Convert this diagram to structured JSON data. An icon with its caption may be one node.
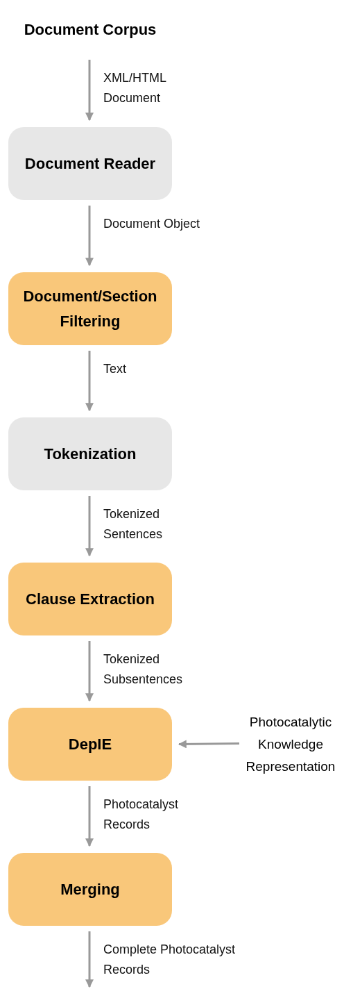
{
  "diagram": {
    "nodes": [
      {
        "text": [
          "Document Corpus"
        ]
      },
      {
        "text": [
          "Document Reader"
        ]
      },
      {
        "text": [
          "Document/Section Filtering"
        ]
      },
      {
        "text": [
          "Tokenization"
        ]
      },
      {
        "text": [
          "Clause Extraction"
        ]
      },
      {
        "text": [
          "DepIE"
        ]
      },
      {
        "text": [
          "Merging"
        ]
      },
      {
        "text": [
          "Photocatalytic Knowledge Representation"
        ]
      }
    ],
    "edges": [
      {
        "from": 0,
        "to": 1,
        "arrow": "to",
        "label": "XML/HTML Document"
      },
      {
        "from": 1,
        "to": 2,
        "arrow": "to",
        "label": "Document Object"
      },
      {
        "from": 2,
        "to": 3,
        "arrow": "to",
        "label": "Text"
      },
      {
        "from": 3,
        "to": 4,
        "arrow": "to",
        "label": "Tokenized Sentences"
      },
      {
        "from": 4,
        "to": 5,
        "arrow": "to",
        "label": "Tokenized Subsentences"
      },
      {
        "from": 7,
        "to": 5,
        "arrow": "to"
      },
      {
        "from": 5,
        "to": 6,
        "arrow": "to",
        "label": "Photocatalyst Records"
      },
      {
        "from": 6,
        "to": null,
        "arrow": "to",
        "label": "Complete Photocatalyst Records"
      }
    ]
  }
}
